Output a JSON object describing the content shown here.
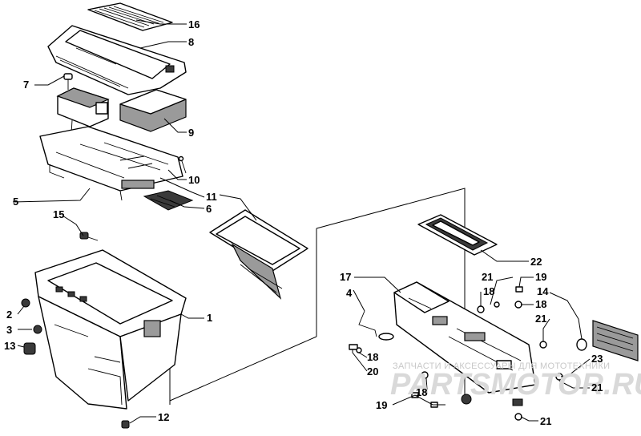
{
  "labels": {
    "l1": "1",
    "l2": "2",
    "l3": "3",
    "l4": "4",
    "l5": "5",
    "l6": "6",
    "l7": "7",
    "l8": "8",
    "l9": "9",
    "l10": "10",
    "l11": "11",
    "l12": "12",
    "l13": "13",
    "l14": "14",
    "l15": "15",
    "l16": "16",
    "l17": "17",
    "l18a": "18",
    "l18b": "18",
    "l18c": "18",
    "l18d": "18",
    "l19a": "19",
    "l19b": "19",
    "l20": "20",
    "l21a": "21",
    "l21b": "21",
    "l21c": "21",
    "l21d": "21",
    "l22": "22",
    "l23": "23"
  },
  "watermark": {
    "line1": "ЗАПЧАСТИ И АКСЕССУАРЫ ДЛЯ МОТОТЕХНИКИ",
    "line2": "PARTSMOTOR.RU"
  },
  "colors": {
    "ink": "#000000",
    "shade": "#9a9a9a",
    "watermark": "#d9d9d9"
  }
}
